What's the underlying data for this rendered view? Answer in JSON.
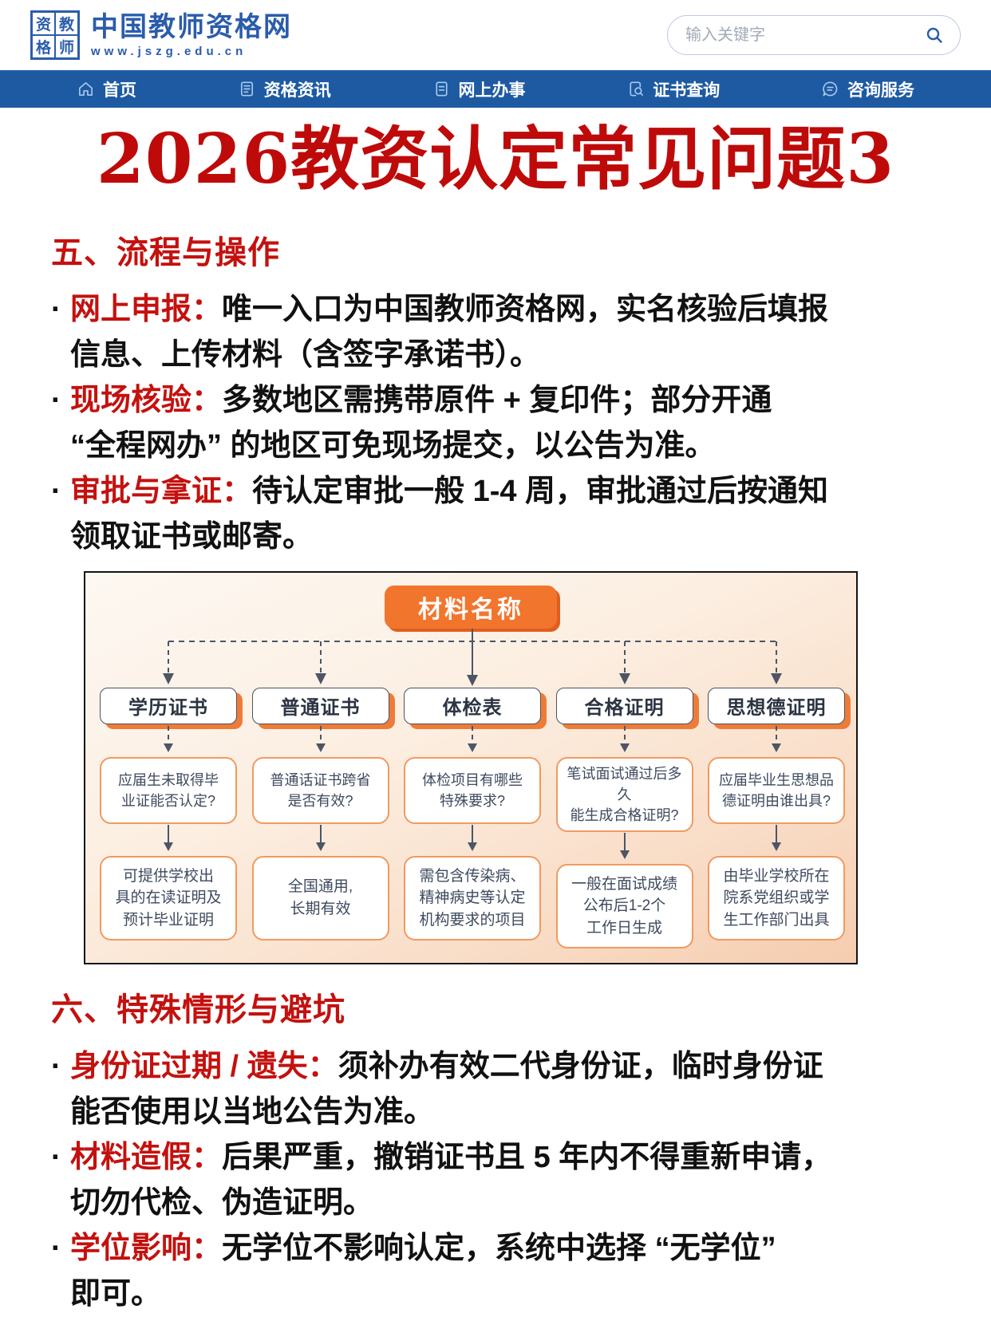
{
  "header": {
    "logo": {
      "seal_chars": [
        "资",
        "教",
        "格",
        "师"
      ],
      "site_name": "中国教师资格网",
      "site_url": "www.jszg.edu.cn"
    },
    "search": {
      "placeholder": "输入关键字",
      "icon": "search-icon"
    }
  },
  "nav": {
    "items": [
      {
        "label": "首页",
        "icon": "home-icon"
      },
      {
        "label": "资格资讯",
        "icon": "news-icon"
      },
      {
        "label": "网上办事",
        "icon": "online-service-icon"
      },
      {
        "label": "证书查询",
        "icon": "certificate-search-icon"
      },
      {
        "label": "咨询服务",
        "icon": "consult-chat-icon"
      }
    ]
  },
  "article": {
    "title": "2026教资认定常见问题3",
    "sections": [
      {
        "heading": "五、流程与操作",
        "bullets": [
          {
            "lead": "网上申报：",
            "text": "唯一入口为中国教师资格网，实名核验后填报\n信息、上传材料（含签字承诺书）。"
          },
          {
            "lead": "现场核验：",
            "text": "多数地区需携带原件 + 复印件；部分开通\n“全程网办” 的地区可免现场提交，以公告为准。"
          },
          {
            "lead": "审批与拿证：",
            "text": "待认定审批一般 1-4 周，审批通过后按通知\n领取证书或邮寄。"
          }
        ]
      },
      {
        "heading": "六、特殊情形与避坑",
        "bullets": [
          {
            "lead": "身份证过期 / 遗失：",
            "text": "须补办有效二代身份证，临时身份证\n能否使用以当地公告为准。"
          },
          {
            "lead": "材料造假：",
            "text": "后果严重，撤销证书且 5 年内不得重新申请，\n切勿代检、伪造证明。"
          },
          {
            "lead": "学位影响：",
            "text": "无学位不影响认定，系统中选择 “无学位”\n即可。"
          }
        ]
      }
    ]
  },
  "flowchart": {
    "root_label": "材料名称",
    "columns": [
      {
        "label": "学历证书",
        "question": "应届生未取得毕\n业证能否认定?",
        "answer": "可提供学校出\n具的在读证明及\n预计毕业证明"
      },
      {
        "label": "普通证书",
        "question": "普通话证书跨省\n是否有效?",
        "answer": "全国通用,\n长期有效"
      },
      {
        "label": "体检表",
        "question": "体检项目有哪些\n特殊要求?",
        "answer": "需包含传染病、\n精神病史等认定\n机构要求的项目"
      },
      {
        "label": "合格证明",
        "question": "笔试面试通过后多久\n能生成合格证明?",
        "answer": "一般在面试成绩\n公布后1-2个\n工作日生成"
      },
      {
        "label": "思想德证明",
        "question": "应届毕业生思想品\n德证明由谁出具?",
        "answer": "由毕业学校所在\n院系党组织或学\n生工作部门出具"
      }
    ]
  }
}
